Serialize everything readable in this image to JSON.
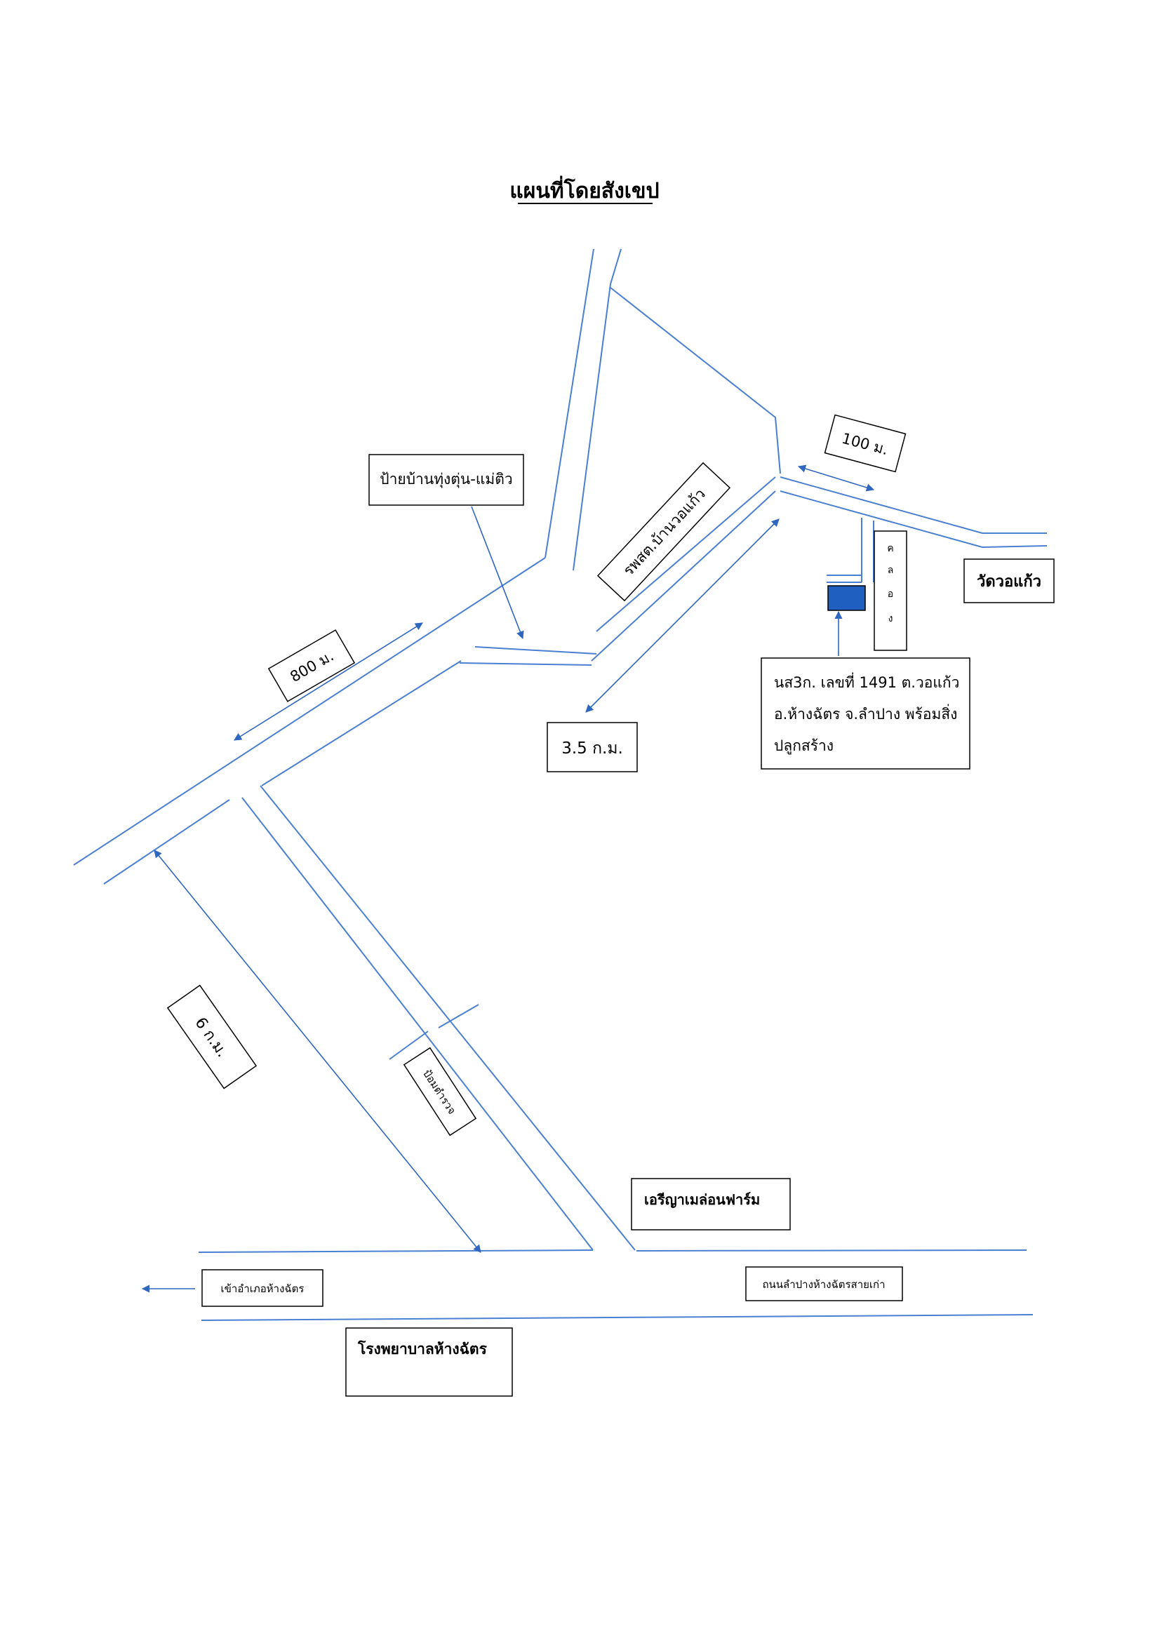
{
  "title": "แผนที่โดยสังเขป",
  "colors": {
    "road": "#4a7fd1",
    "arrow": "#2f66c0",
    "parcel": "#1f5fbf",
    "text": "#000000"
  },
  "labels": {
    "village_sign": "ป้ายบ้านทุ่งตุ่น-แม่ติว",
    "health_center": "รพสต.บ้านวอแก้ว",
    "dist_100m": "100 ม.",
    "temple": "วัดวอแก้ว",
    "canal_chars": [
      "ค",
      "ล",
      "อ",
      "ง"
    ],
    "parcel_desc": [
      "นส3ก. เลขที่ 1491 ต.วอแก้ว",
      "อ.ห้างฉัตร จ.ลำปาง พร้อมสิ่ง",
      "ปลูกสร้าง"
    ],
    "dist_800m": "800 ม.",
    "dist_35km": "3.5 ก.ม.",
    "dist_6km": "6 ก.ม.",
    "police_box": "ป้อมตำรวจ",
    "melon_farm": "เอรีญาเมล่อนฟาร์ม",
    "to_district": "เข้าอำเภอห้างฉัตร",
    "old_road": "ถนนลำปางห้างฉัตรสายเก่า",
    "hospital": "โรงพยาบาลห้างฉัตร"
  },
  "icons": [
    "arrow-icon",
    "parcel-marker-icon"
  ]
}
